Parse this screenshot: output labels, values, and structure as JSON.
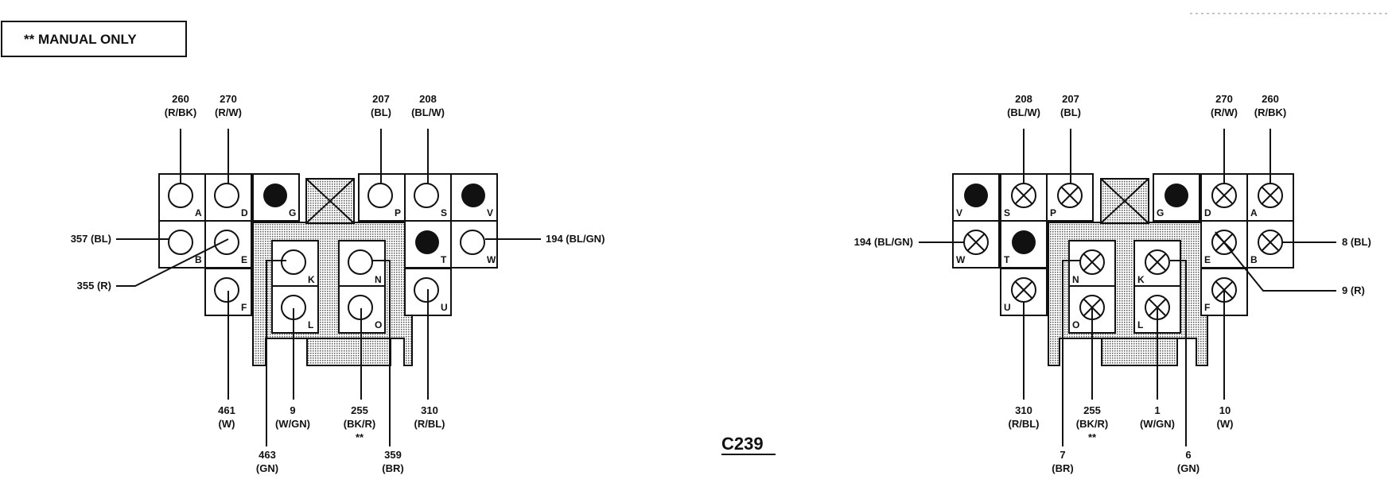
{
  "note": "** MANUAL ONLY",
  "connector_id": "C239",
  "left": {
    "pins": {
      "A": "260",
      "D": "270",
      "G": "",
      "P": "207",
      "S": "208",
      "V": "",
      "B": "357",
      "E": "355",
      "T": "",
      "W": "194",
      "F": "461",
      "K": "463",
      "L": "9",
      "N": "359",
      "O": "255",
      "U": "310"
    },
    "labels": [
      {
        "key": "A",
        "lines": [
          "260",
          "(R/BK)"
        ]
      },
      {
        "key": "D",
        "lines": [
          "270",
          "(R/W)"
        ]
      },
      {
        "key": "P",
        "lines": [
          "207",
          "(BL)"
        ]
      },
      {
        "key": "S",
        "lines": [
          "208",
          "(BL/W)"
        ]
      },
      {
        "key": "B",
        "lines": [
          "357 (BL)"
        ]
      },
      {
        "key": "E",
        "lines": [
          "355 (R)"
        ]
      },
      {
        "key": "W",
        "lines": [
          "194 (BL/GN)"
        ]
      },
      {
        "key": "F",
        "lines": [
          "461",
          "(W)"
        ]
      },
      {
        "key": "L",
        "lines": [
          "9",
          "(W/GN)"
        ]
      },
      {
        "key": "O",
        "lines": [
          "255",
          "(BK/R)",
          "**"
        ]
      },
      {
        "key": "U",
        "lines": [
          "310",
          "(R/BL)"
        ]
      },
      {
        "key": "K",
        "lines": [
          "463",
          "(GN)"
        ]
      },
      {
        "key": "N",
        "lines": [
          "359",
          "(BR)"
        ]
      }
    ]
  },
  "right": {
    "labels": [
      {
        "key": "S",
        "lines": [
          "208",
          "(BL/W)"
        ]
      },
      {
        "key": "P",
        "lines": [
          "207",
          "(BL)"
        ]
      },
      {
        "key": "D",
        "lines": [
          "270",
          "(R/W)"
        ]
      },
      {
        "key": "A",
        "lines": [
          "260",
          "(R/BK)"
        ]
      },
      {
        "key": "W",
        "lines": [
          "194 (BL/GN)"
        ]
      },
      {
        "key": "B",
        "lines": [
          "8 (BL)"
        ]
      },
      {
        "key": "E",
        "lines": [
          "9 (R)"
        ]
      },
      {
        "key": "U",
        "lines": [
          "310",
          "(R/BL)"
        ]
      },
      {
        "key": "O",
        "lines": [
          "255",
          "(BK/R)",
          "**"
        ]
      },
      {
        "key": "L",
        "lines": [
          "1",
          "(W/GN)"
        ]
      },
      {
        "key": "F",
        "lines": [
          "10",
          "(W)"
        ]
      },
      {
        "key": "N",
        "lines": [
          "7",
          "(BR)"
        ]
      },
      {
        "key": "K",
        "lines": [
          "6",
          "(GN)"
        ]
      }
    ]
  }
}
